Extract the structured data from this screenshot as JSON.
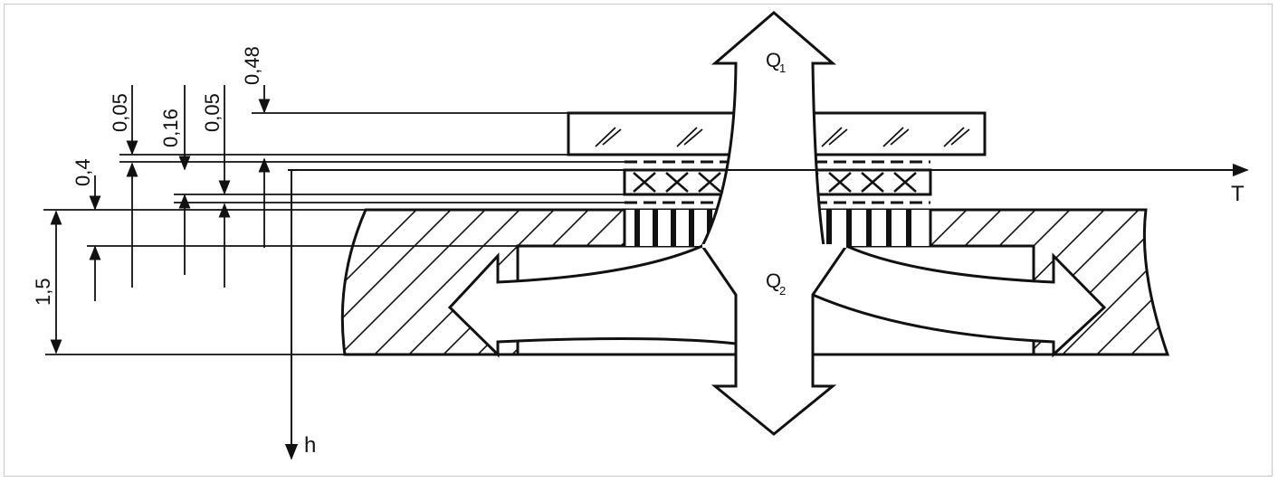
{
  "colors": {
    "stroke": "#111111",
    "frame": "#c8c8c8",
    "background": "#ffffff"
  },
  "labels": {
    "q1": "Q",
    "q1_sub": "1",
    "q2": "Q",
    "q2_sub": "2",
    "axis_t": "T",
    "axis_h": "h"
  },
  "dimensions": [
    {
      "id": "dim-048",
      "value": "0,48"
    },
    {
      "id": "dim-005a",
      "value": "0,05"
    },
    {
      "id": "dim-016",
      "value": "0,16"
    },
    {
      "id": "dim-005b",
      "value": "0,05"
    },
    {
      "id": "dim-04",
      "value": "0,4"
    },
    {
      "id": "dim-15",
      "value": "1,5"
    }
  ]
}
